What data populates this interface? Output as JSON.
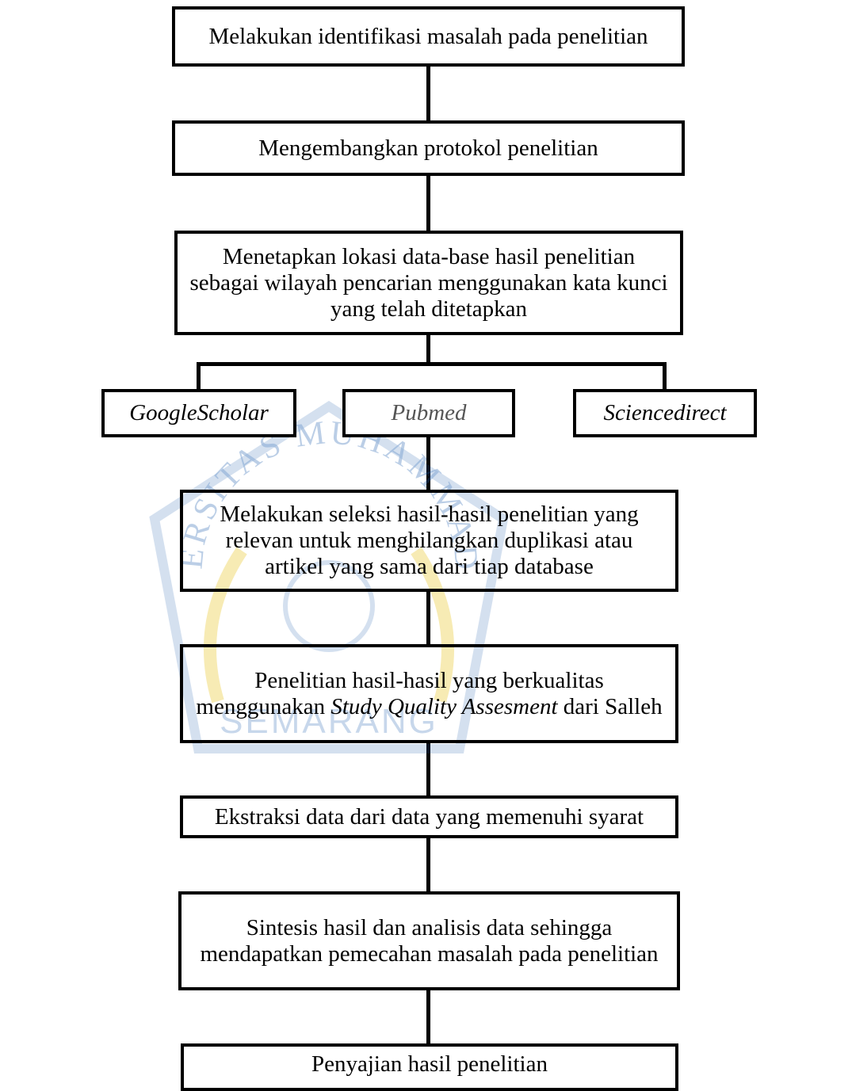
{
  "steps": {
    "s1": "Melakukan identifikasi masalah pada penelitian",
    "s2": "Mengembangkan protokol penelitian",
    "s3": "Menetapkan lokasi data-base hasil penelitian sebagai wilayah pencarian menggunakan kata kunci yang telah ditetapkan",
    "s5": "Melakukan seleksi hasil-hasil penelitian yang relevan untuk menghilangkan duplikasi atau artikel yang sama dari tiap database",
    "s6_a": "Penelitian hasil-hasil yang berkualitas menggunakan",
    "s6_b": "Study Quality Assesment",
    "s6_c": "dari Salleh",
    "s7": "Ekstraksi data dari data yang memenuhi syarat",
    "s8": "Sintesis hasil dan analisis data sehingga mendapatkan pemecahan masalah pada penelitian",
    "s9": "Penyajian hasil penelitian"
  },
  "databases": {
    "d1": "GoogleScholar",
    "d2": "Pubmed",
    "d3": "Sciencedirect"
  },
  "watermark": {
    "top_text": "UNIVERSITAS MUHAMMADIYAH",
    "bottom_text": "SEMARANG",
    "color": "#1f5fae",
    "accent_color": "#e8c11a"
  }
}
